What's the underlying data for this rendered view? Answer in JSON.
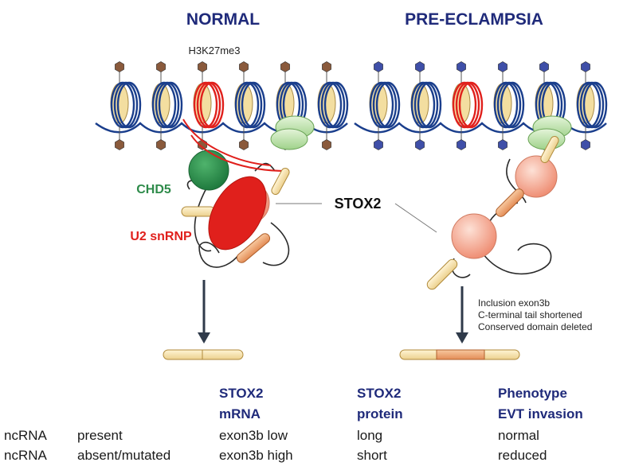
{
  "titles": {
    "normal": "NORMAL",
    "preeclampsia": "PRE-ECLAMPSIA"
  },
  "labels": {
    "h3k27me3": "H3K27me3",
    "chd5": "CHD5",
    "u2snrnp": "U2 snRNP",
    "stox2": "STOX2",
    "annotation_line1": "Inclusion exon3b",
    "annotation_line2": "C-terminal tail shortened",
    "annotation_line3": "Conserved domain deleted"
  },
  "table": {
    "headers": {
      "mrna_line1": "STOX2",
      "mrna_line2": "mRNA",
      "protein_line1": "STOX2",
      "protein_line2": "protein",
      "phenotype_line1": "Phenotype",
      "phenotype_line2": "EVT invasion"
    },
    "rows": [
      {
        "name": "ncRNA",
        "status": "present",
        "mrna": "exon3b low",
        "protein": "long",
        "phenotype": "normal"
      },
      {
        "name": "ncRNA",
        "status": "absent/mutated",
        "mrna": "exon3b high",
        "protein": "short",
        "phenotype": "reduced"
      }
    ]
  },
  "colors": {
    "title_blue": "#1f2a7a",
    "dna_blue": "#1a3e8c",
    "histone_fill": "#f3dea0",
    "red_highlight": "#e0201c",
    "chd5_green": "#2e8b4a",
    "pink_domain": "#f4a58a",
    "mark_brown": "#8a5a3c",
    "mark_blue": "#3f4fa8"
  }
}
